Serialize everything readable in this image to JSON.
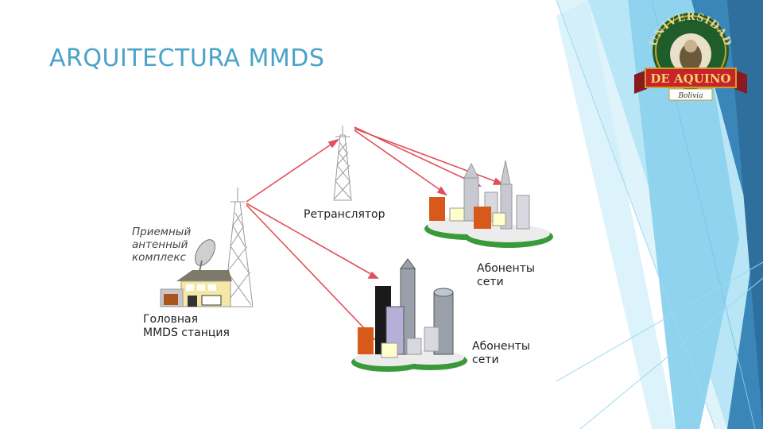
{
  "slide": {
    "title": "ARQUITECTURA MMDS"
  },
  "logo": {
    "arc_text": "UNIVERSIDAD",
    "banner_text": "DE AQUINO",
    "sub_text": "Bolivia"
  },
  "diagram": {
    "receiving_complex": [
      "Приемный",
      "антенный",
      "комплекс"
    ],
    "repeater": "Ретранслятор",
    "head_station": [
      "Головная",
      "MMDS станция"
    ],
    "subscribers_top": [
      "Абоненты",
      "сети"
    ],
    "subscribers_bottom": [
      "Абоненты",
      "сети"
    ]
  },
  "colors": {
    "title": "#4aa3c9",
    "link_lines": "#e0505a",
    "deco_dark": "#2e6f9e",
    "deco_light": "#8fd3ef",
    "logo_green": "#1f5e2a",
    "logo_red": "#c8222a",
    "logo_gold": "#c9a227"
  }
}
